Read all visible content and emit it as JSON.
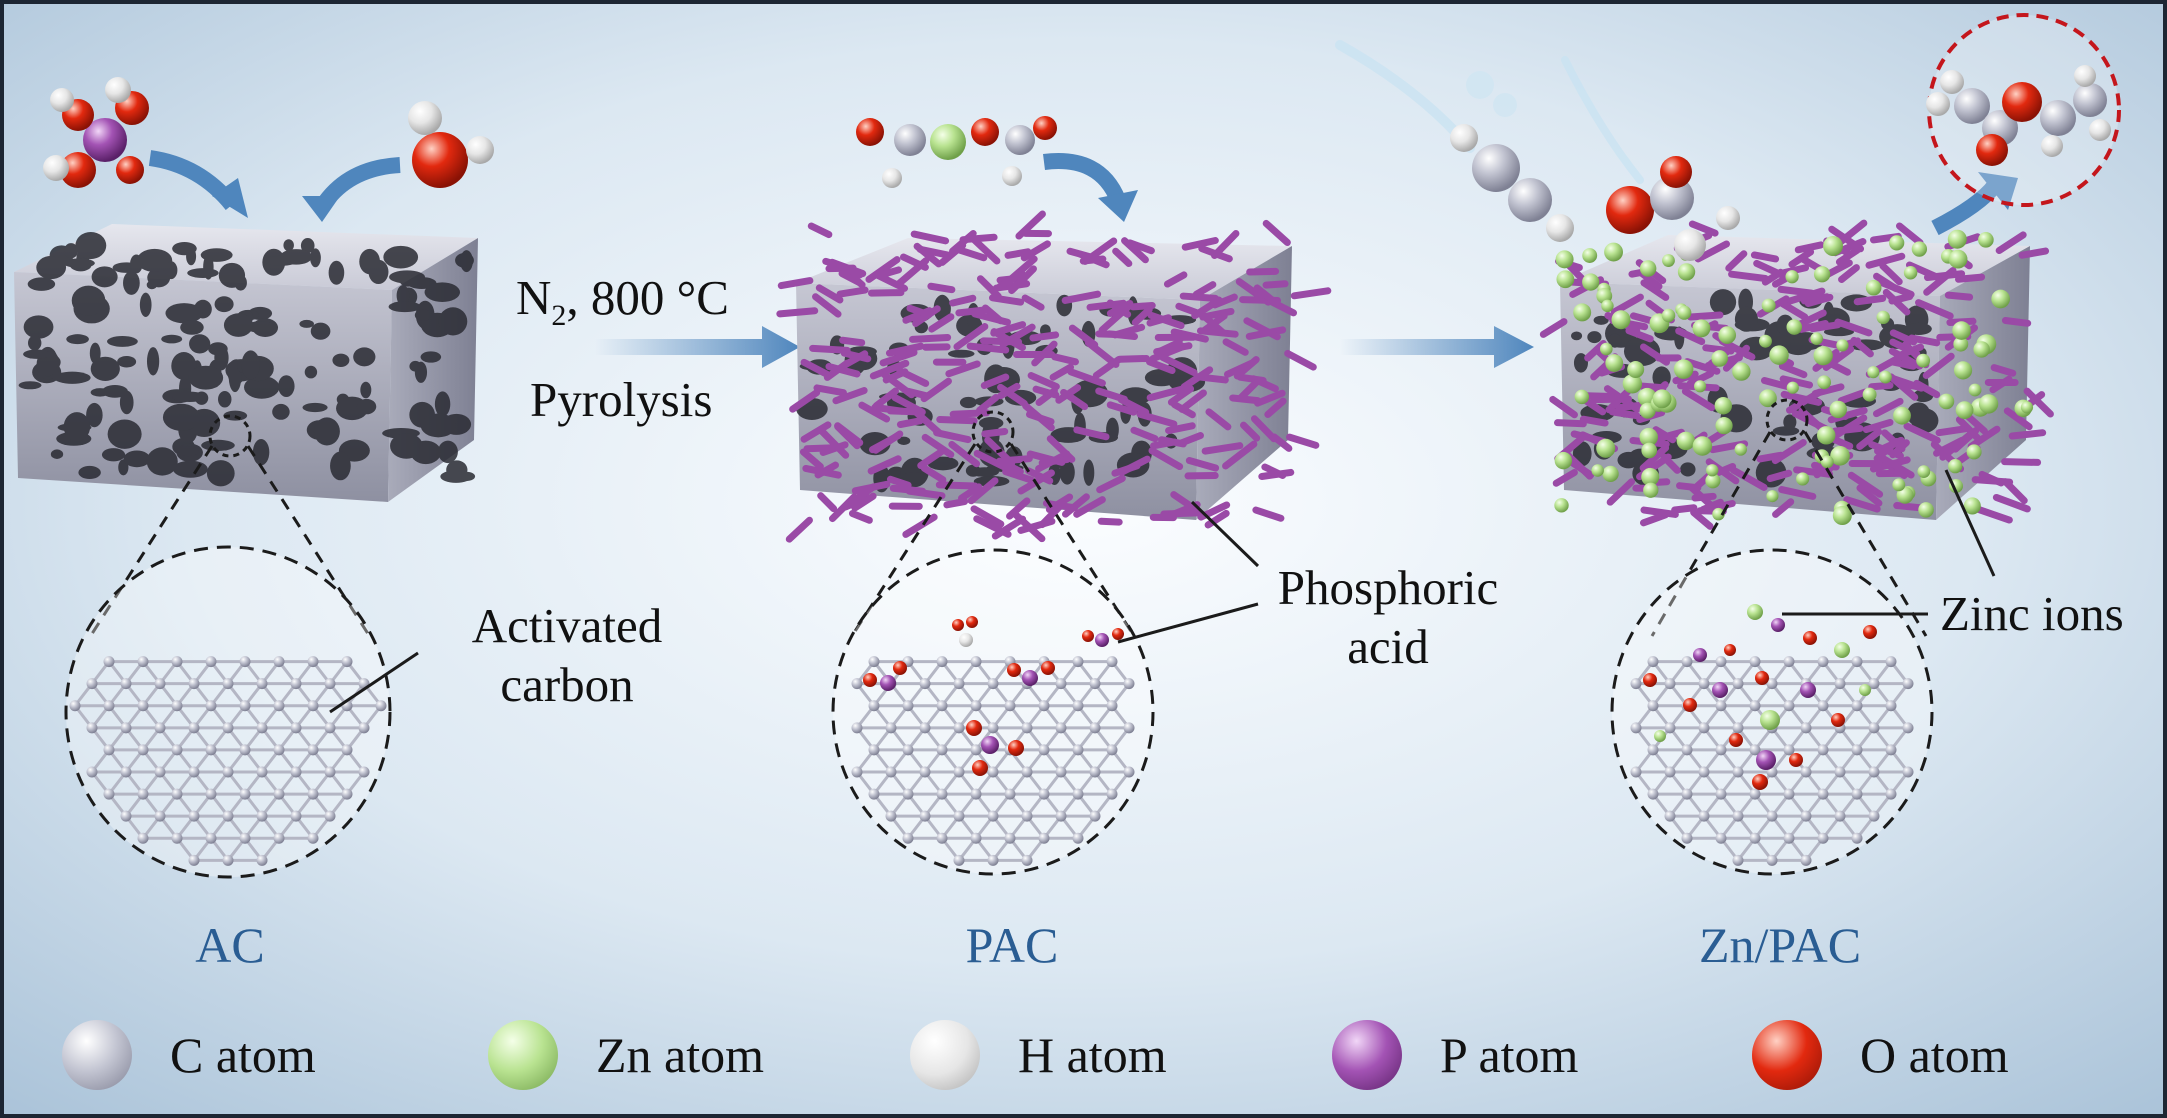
{
  "colors": {
    "background_light": "#fbfdff",
    "background_edge": "#a9c2d8",
    "arrow": "#4f86bd",
    "stage_label": "#2a5d93",
    "carbon_block": "#c8c9d4",
    "phosphoric_rod": "#9a4aa6",
    "zinc_ball": "#b9e391",
    "dashed_circle_red": "#c4161c",
    "carbon_atom": "#b8bac8",
    "zinc_atom": "#b7e08e",
    "hydrogen_atom": "#e4e4e4",
    "phosphorus_atom": "#a353b4",
    "oxygen_atom": "#e2290f"
  },
  "process": {
    "condition_n": "N",
    "condition_sub": "2",
    "condition_rest": ", 800 °C",
    "process_label": "Pyrolysis"
  },
  "callouts": {
    "activated_line1": "Activated",
    "activated_line2": "carbon",
    "phosphoric_line1": "Phosphoric",
    "phosphoric_line2": "acid",
    "zinc": "Zinc ions"
  },
  "stages": {
    "ac": "AC",
    "pac": "PAC",
    "zn_pac": "Zn/PAC"
  },
  "legend": [
    {
      "label": "C atom",
      "icon": "carbon-atom-icon"
    },
    {
      "label": "Zn atom",
      "icon": "zinc-atom-icon"
    },
    {
      "label": "H atom",
      "icon": "hydrogen-atom-icon"
    },
    {
      "label": "P atom",
      "icon": "phosphorus-atom-icon"
    },
    {
      "label": "O atom",
      "icon": "oxygen-atom-icon"
    }
  ]
}
